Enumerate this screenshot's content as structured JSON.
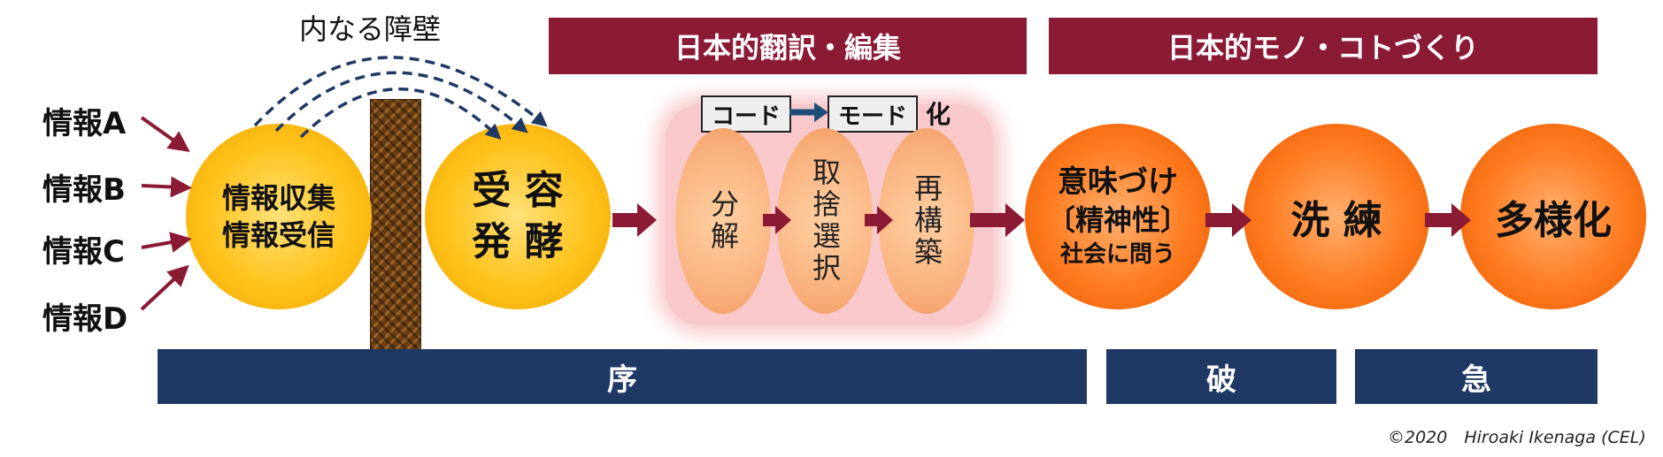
{
  "barrier_label": "内なる障壁",
  "banners": {
    "translation": "日本的翻訳・編集",
    "making": "日本的モノ・コトづくり"
  },
  "inputs": [
    "情報A",
    "情報B",
    "情報C",
    "情報D"
  ],
  "circles": {
    "collect": [
      "情報収集",
      "情報受信"
    ],
    "accept": [
      "受 容",
      "発 酵"
    ],
    "meaning": [
      "意味づけ",
      "〔精神性〕",
      "社会に問う"
    ],
    "refine": "洗 練",
    "diversify": "多様化"
  },
  "code_mode": {
    "code": "コード",
    "mode": "モード",
    "suffix": "化"
  },
  "steps": [
    "分解",
    "取捨選択",
    "再構築"
  ],
  "phases": [
    "序",
    "破",
    "急"
  ],
  "copyright": "©2020　Hiroaki Ikenaga (CEL)",
  "colors": {
    "banner": "#8b1a35",
    "phase_bar": "#1f3864",
    "arrow": "#8b1a35",
    "dashed": "#1f3864",
    "panel": "#f8c8cb"
  }
}
